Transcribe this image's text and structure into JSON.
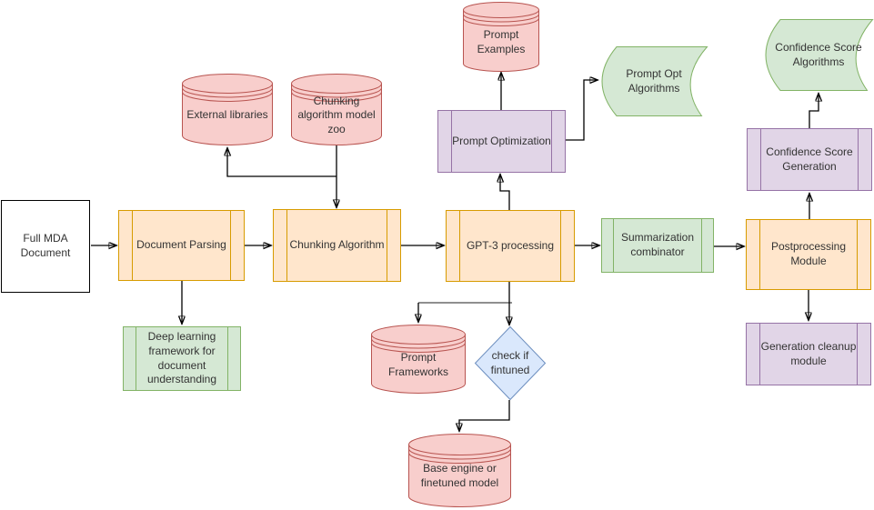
{
  "diagram": {
    "palette": {
      "orange": {
        "fill": "#ffe6cc",
        "stroke": "#d79b00"
      },
      "red": {
        "fill": "#f8cecc",
        "stroke": "#b85450"
      },
      "green": {
        "fill": "#d5e8d4",
        "stroke": "#82b366"
      },
      "purple": {
        "fill": "#e1d5e7",
        "stroke": "#9673a6"
      },
      "blue": {
        "fill": "#dae8fc",
        "stroke": "#6c8ebf"
      },
      "plain": {
        "fill": "#ffffff",
        "stroke": "#000000"
      },
      "edge_color": "#000000",
      "edge_alt_color": "#8f8f8f"
    },
    "nodes": {
      "full_mda": {
        "label": "Full MDA\nDocument"
      },
      "document_parsing": {
        "label": "Document Parsing"
      },
      "chunking_algorithm": {
        "label": "Chunking Algorithm"
      },
      "gpt3_processing": {
        "label": "GPT-3 processing"
      },
      "summarization_combinator": {
        "label": "Summarization\ncombinator"
      },
      "postprocessing_module": {
        "label": "Postprocessing\nModule"
      },
      "external_libraries": {
        "label": "External libraries"
      },
      "chunking_model_zoo": {
        "label": "Chunking\nalgorithm model\nzoo"
      },
      "prompt_examples": {
        "label": "Prompt\nExamples"
      },
      "prompt_optimization": {
        "label": "Prompt Optimization"
      },
      "prompt_opt_algorithms": {
        "label": "Prompt Opt\nAlgorithms"
      },
      "confidence_score_algorithms": {
        "label": "Confidence Score\nAlgorithms"
      },
      "confidence_score_generation": {
        "label": "Confidence Score\nGeneration"
      },
      "generation_cleanup_module": {
        "label": "Generation cleanup\nmodule"
      },
      "deep_learning_framework": {
        "label": "Deep learning\nframework for\ndocument\nunderstanding"
      },
      "prompt_frameworks": {
        "label": "Prompt\nFrameworks"
      },
      "check_if_fintuned": {
        "label": "check if\nfintuned"
      },
      "base_engine": {
        "label": "Base engine or\nfinetuned model"
      }
    }
  }
}
